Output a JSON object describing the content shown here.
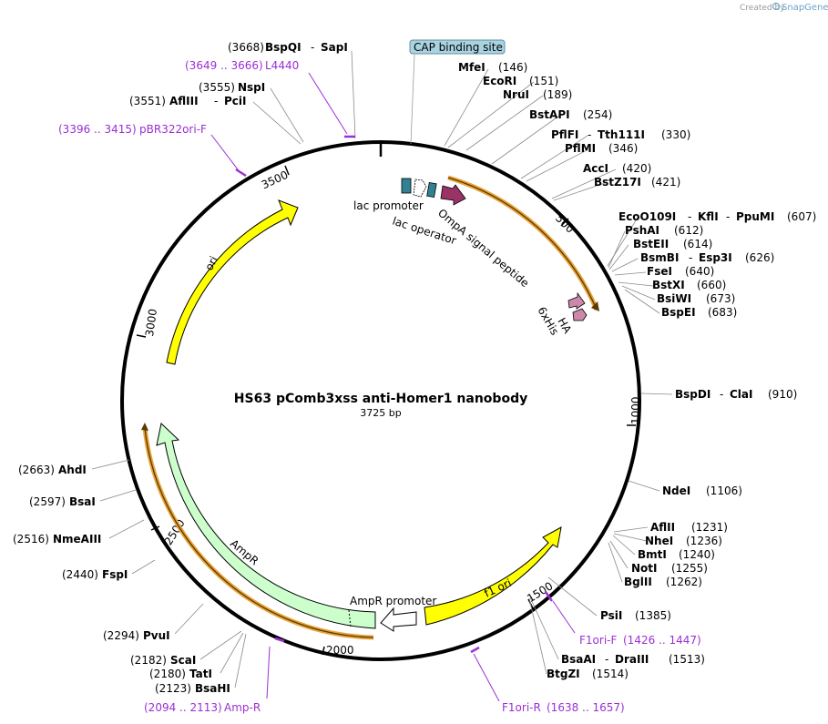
{
  "title": "HS63 pComb3xss anti-Homer1 nanobody",
  "length_label": "3725 bp",
  "watermark": {
    "created_by": "Created by",
    "brand": "SnapGene"
  },
  "ticks": [
    "500",
    "1000",
    "1500",
    "2000",
    "2500",
    "3000",
    "3500"
  ],
  "features": {
    "ori": "ori",
    "ampr": "AmpR",
    "ampr_promoter": "AmpR promoter",
    "f1_ori": "f1 ori",
    "lac_promoter": "lac promoter",
    "lac_operator": "lac operator",
    "ompa": "OmpA signal peptide",
    "ha": "HA",
    "his": "6xHis",
    "cap": "CAP binding site"
  },
  "sites": {
    "bspqi": {
      "pos": "(3668)",
      "name": "BspQI",
      "sep": "-",
      "name2": "SapI"
    },
    "nspi": {
      "pos": "(3555)",
      "name": "NspI"
    },
    "afliii": {
      "pos": "(3551)",
      "name": "AflIII",
      "sep": "-",
      "name2": "PciI"
    },
    "mfei": {
      "name": "MfeI",
      "pos": "(146)"
    },
    "ecori": {
      "name": "EcoRI",
      "pos": "(151)"
    },
    "drui": {
      "name": "NruI",
      "pos": "(189)"
    },
    "bstapi": {
      "name": "BstAPI",
      "pos": "(254)"
    },
    "pflfi": {
      "name": "PflFI",
      "sep": "-",
      "name2": "Tth111I",
      "pos": "(330)"
    },
    "pflmi": {
      "name": "PflMI",
      "pos": "(346)"
    },
    "acci": {
      "name": "AccI",
      "pos": "(420)"
    },
    "bstz17i": {
      "name": "BstZ17I",
      "pos": "(421)"
    },
    "eco0109i": {
      "name": "EcoO109I",
      "sep": "-",
      "name2": "KflI",
      "sep2": "-",
      "name3": "PpuMI",
      "pos": "(607)"
    },
    "pshai": {
      "name": "PshAI",
      "pos": "(612)"
    },
    "bsteii": {
      "name": "BstEII",
      "pos": "(614)"
    },
    "bsmbi": {
      "name": "BsmBI",
      "sep": "-",
      "name2": "Esp3I",
      "pos": "(626)"
    },
    "fsei": {
      "name": "FseI",
      "pos": "(640)"
    },
    "bstxi": {
      "name": "BstXI",
      "pos": "(660)"
    },
    "bsiwi": {
      "name": "BsiWI",
      "pos": "(673)"
    },
    "bspei": {
      "name": "BspEI",
      "pos": "(683)"
    },
    "bspdi": {
      "name": "BspDI",
      "sep": "-",
      "name2": "ClaI",
      "pos": "(910)"
    },
    "ndei": {
      "name": "NdeI",
      "pos": "(1106)"
    },
    "afiii": {
      "name": "AflII",
      "pos": "(1231)"
    },
    "nhei": {
      "name": "NheI",
      "pos": "(1236)"
    },
    "bmti": {
      "name": "BmtI",
      "pos": "(1240)"
    },
    "noti": {
      "name": "NotI",
      "pos": "(1255)"
    },
    "bglii": {
      "name": "BglII",
      "pos": "(1262)"
    },
    "psii": {
      "name": "PsiI",
      "pos": "(1385)"
    },
    "bsaai": {
      "name": "BsaAI",
      "sep": "-",
      "name2": "DraIII",
      "pos": "(1513)"
    },
    "btgzi": {
      "name": "BtgZI",
      "pos": "(1514)"
    },
    "ahdi": {
      "pos": "(2663)",
      "name": "AhdI"
    },
    "bsai": {
      "pos": "(2597)",
      "name": "BsaI"
    },
    "nmeaiii": {
      "pos": "(2516)",
      "name": "NmeAIII"
    },
    "fspi": {
      "pos": "(2440)",
      "name": "FspI"
    },
    "pvui": {
      "pos": "(2294)",
      "name": "PvuI"
    },
    "scai": {
      "pos": "(2182)",
      "name": "ScaI"
    },
    "tati": {
      "pos": "(2180)",
      "name": "TatI"
    },
    "bsahi": {
      "pos": "(2123)",
      "name": "BsaHI"
    }
  },
  "primers": {
    "l4440": {
      "range": "(3649 .. 3666)",
      "name": "L4440"
    },
    "pbr322": {
      "range": "(3396 .. 3415)",
      "name": "pBR322ori-F"
    },
    "f1orif": {
      "name": "F1ori-F",
      "range": "(1426 .. 1447)"
    },
    "f1orir": {
      "name": "F1ori-R",
      "range": "(1638 .. 1657)"
    },
    "ampr": {
      "range": "(2094 .. 2113)",
      "name": "Amp-R"
    }
  },
  "colors": {
    "ori": "#ffff00",
    "ampr": "#ccffcc",
    "f1_ori": "#ffff00",
    "primer": "#9b2fd3",
    "orf": "#e8a33a",
    "ompa": "#993366",
    "lac": "#2f8193",
    "tag": "#cc88aa",
    "cap_fill": "#a9d3e0"
  }
}
